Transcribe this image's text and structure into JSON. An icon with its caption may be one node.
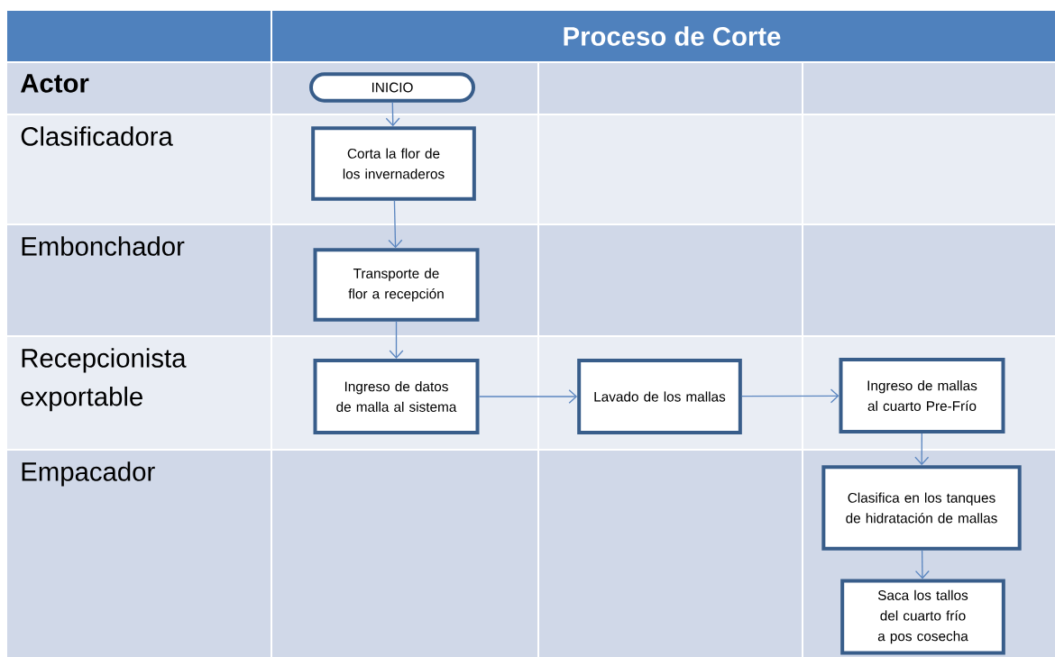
{
  "diagram": {
    "title": "Proceso de Corte",
    "nodes": [
      {
        "text": [
          "INICIO"
        ]
      },
      {
        "text": [
          "Corta la flor de los invernaderos"
        ]
      },
      {
        "text": [
          "Transporte de flor a recepción"
        ]
      },
      {
        "text": [
          "Ingreso de datos de malla al sistema"
        ]
      },
      {
        "text": [
          "Lavado de los mallas"
        ]
      },
      {
        "text": [
          "Ingreso de mallas al cuarto Pre-Frío"
        ]
      },
      {
        "text": [
          "Clasifica en los tanques de hidratación de mallas"
        ]
      },
      {
        "text": [
          "Saca los tallos del cuarto frío a pos cosecha"
        ]
      }
    ],
    "edges": [
      {
        "from": 0,
        "to": 1,
        "arrow": "to"
      },
      {
        "from": 1,
        "to": 2,
        "arrow": "to"
      },
      {
        "from": 2,
        "to": 3,
        "arrow": "to"
      },
      {
        "from": 3,
        "to": 4,
        "arrow": "to"
      },
      {
        "from": 4,
        "to": 5,
        "arrow": "to"
      },
      {
        "from": 5,
        "to": 6,
        "arrow": "to"
      },
      {
        "from": 6,
        "to": 7,
        "arrow": "to"
      }
    ],
    "labels": [
      "Actor",
      "Clasificadora",
      "Embonchador",
      "Recepcionista exportable",
      "Empacador"
    ]
  }
}
